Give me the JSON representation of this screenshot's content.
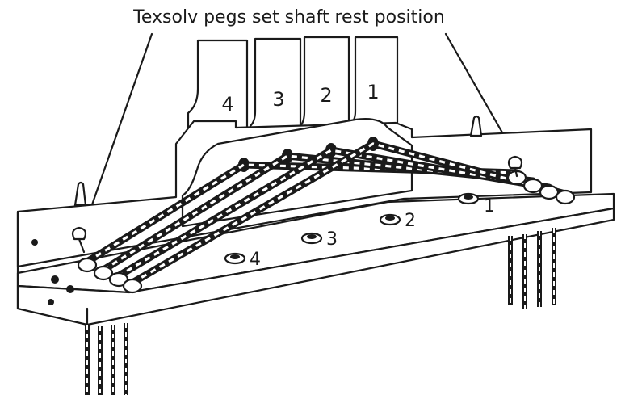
{
  "caption": "Texsolv pegs set shaft rest position",
  "shafts": [
    "4",
    "3",
    "2",
    "1"
  ],
  "pegs": [
    "4",
    "3",
    "2",
    "1"
  ],
  "colors": {
    "ink": "#1a1a1a",
    "paper": "#ffffff"
  },
  "icons": [
    "arrow-icon",
    "texsolv-peg-icon",
    "texsolv-cord-icon"
  ]
}
